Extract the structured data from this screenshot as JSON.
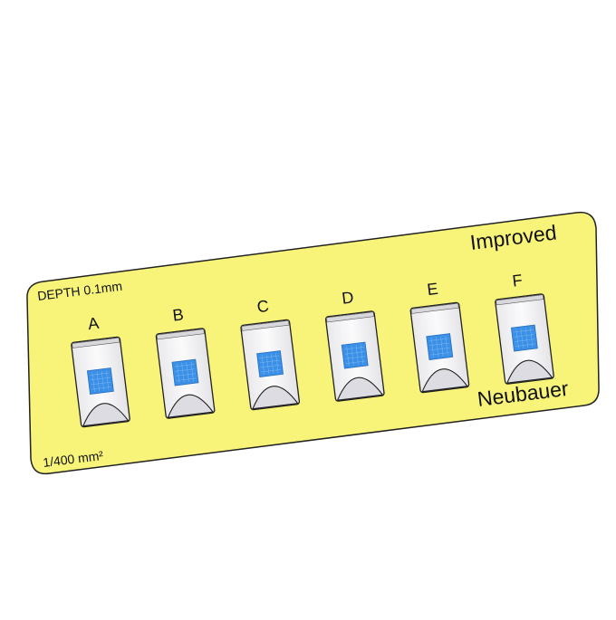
{
  "slide": {
    "top_right_label": "Improved",
    "bottom_right_label": "Neubauer",
    "depth_label": "DEPTH 0.1mm",
    "area_label": "1/400 mm²",
    "body_color": "#f8f47a",
    "grid_color": "#3a8fe6",
    "chambers": [
      {
        "letter": "A"
      },
      {
        "letter": "B"
      },
      {
        "letter": "C"
      },
      {
        "letter": "D"
      },
      {
        "letter": "E"
      },
      {
        "letter": "F"
      }
    ]
  }
}
